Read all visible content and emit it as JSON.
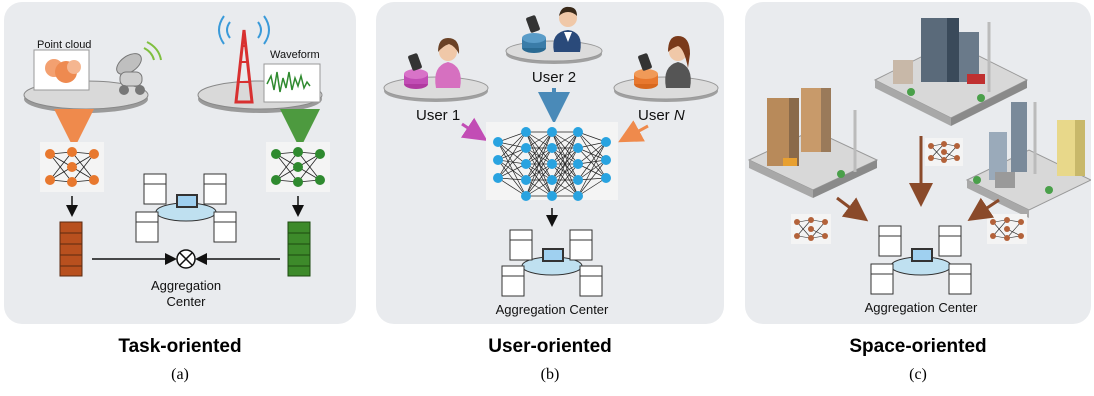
{
  "panels": [
    {
      "title": "Task-oriented",
      "label": "(a)",
      "source_left": "Point cloud",
      "source_right": "Waveform",
      "center": "Aggregation",
      "center_line2": "Center"
    },
    {
      "title": "User-oriented",
      "label": "(b)",
      "user1": "User 1",
      "user2": "User 2",
      "userN_prefix": "User ",
      "userN_var": "N",
      "center": "Aggregation Center"
    },
    {
      "title": "Space-oriented",
      "label": "(c)",
      "center": "Aggregation Center"
    }
  ],
  "colors": {
    "panel_bg": "#e9ebee",
    "orange": "#e8782e",
    "green": "#2f8a2f",
    "blue": "#29a3e0",
    "brown": "#b3623a",
    "purple": "#c24db5"
  }
}
